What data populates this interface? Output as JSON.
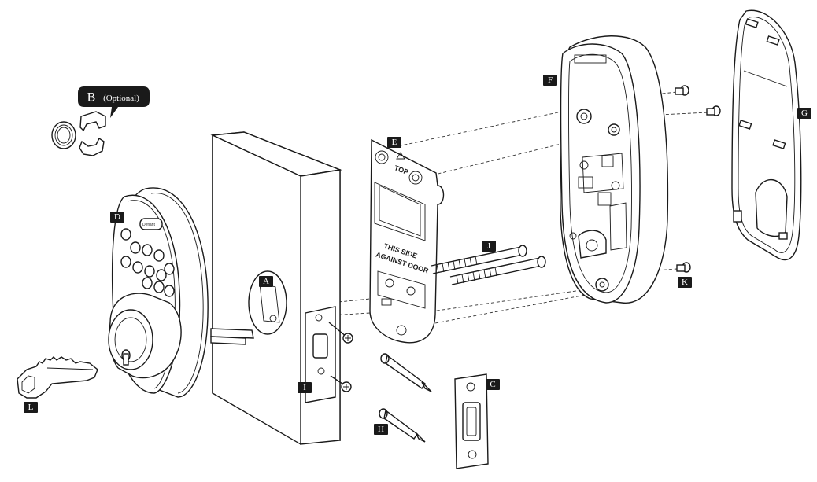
{
  "diagram": {
    "callouts": {
      "A": "A",
      "B_letter": "B",
      "B_suffix": "(Optional)",
      "C": "C",
      "D": "D",
      "E": "E",
      "F": "F",
      "G": "G",
      "H": "H",
      "I": "I",
      "J": "J",
      "K": "K",
      "L": "L"
    },
    "mounting_plate": {
      "top_label": "TOP",
      "side_line1": "THIS SIDE",
      "side_line2": "AGAINST DOOR"
    },
    "keypad_brand": "Defiant"
  }
}
